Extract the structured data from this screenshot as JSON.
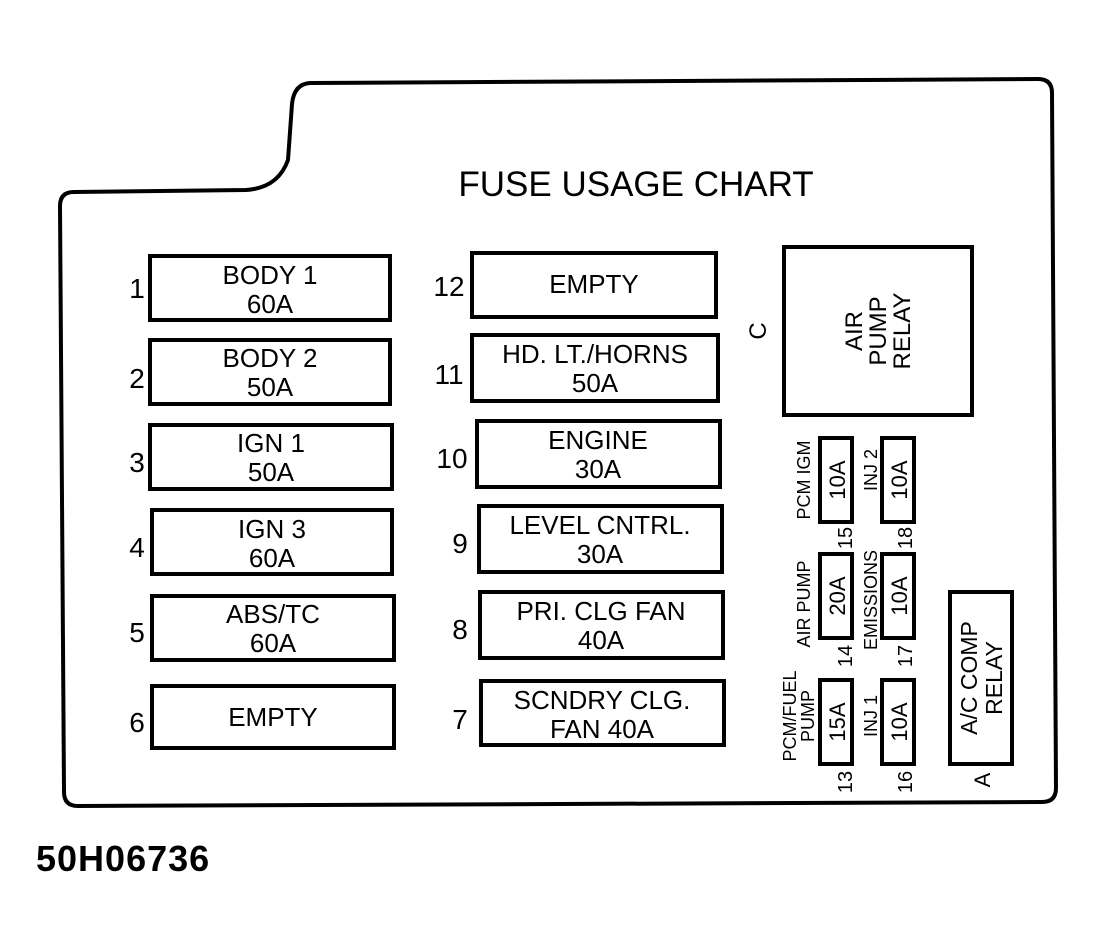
{
  "title": "FUSE USAGE CHART",
  "diagram_code": "50H06736",
  "fuses_left": [
    {
      "num": "1",
      "line1": "BODY 1",
      "line2": "60A"
    },
    {
      "num": "2",
      "line1": "BODY 2",
      "line2": "50A"
    },
    {
      "num": "3",
      "line1": "IGN 1",
      "line2": "50A"
    },
    {
      "num": "4",
      "line1": "IGN 3",
      "line2": "60A"
    },
    {
      "num": "5",
      "line1": "ABS/TC",
      "line2": "60A"
    },
    {
      "num": "6",
      "line1": "EMPTY",
      "line2": ""
    }
  ],
  "fuses_mid": [
    {
      "num": "12",
      "line1": "EMPTY",
      "line2": ""
    },
    {
      "num": "11",
      "line1": "HD. LT./HORNS",
      "line2": "50A"
    },
    {
      "num": "10",
      "line1": "ENGINE",
      "line2": "30A"
    },
    {
      "num": "9",
      "line1": "LEVEL CNTRL.",
      "line2": "30A"
    },
    {
      "num": "8",
      "line1": "PRI. CLG FAN",
      "line2": "40A"
    },
    {
      "num": "7",
      "line1": "SCNDRY CLG.",
      "line2": "FAN 40A"
    }
  ],
  "relay_c": {
    "letter": "C",
    "line1": "AIR",
    "line2": "PUMP",
    "line3": "RELAY"
  },
  "relay_a": {
    "letter": "A",
    "line1": "A/C COMP",
    "line2": "RELAY"
  },
  "mini_fuses": [
    {
      "num": "15",
      "rating": "10A",
      "label1": "PCM IGM",
      "label2": ""
    },
    {
      "num": "18",
      "rating": "10A",
      "label1": "INJ 2",
      "label2": ""
    },
    {
      "num": "14",
      "rating": "20A",
      "label1": "AIR PUMP",
      "label2": ""
    },
    {
      "num": "17",
      "rating": "10A",
      "label1": "EMISSIONS",
      "label2": ""
    },
    {
      "num": "13",
      "rating": "15A",
      "label1": "PCM/FUEL",
      "label2": "PUMP"
    },
    {
      "num": "16",
      "rating": "10A",
      "label1": "INJ 1",
      "label2": ""
    }
  ]
}
